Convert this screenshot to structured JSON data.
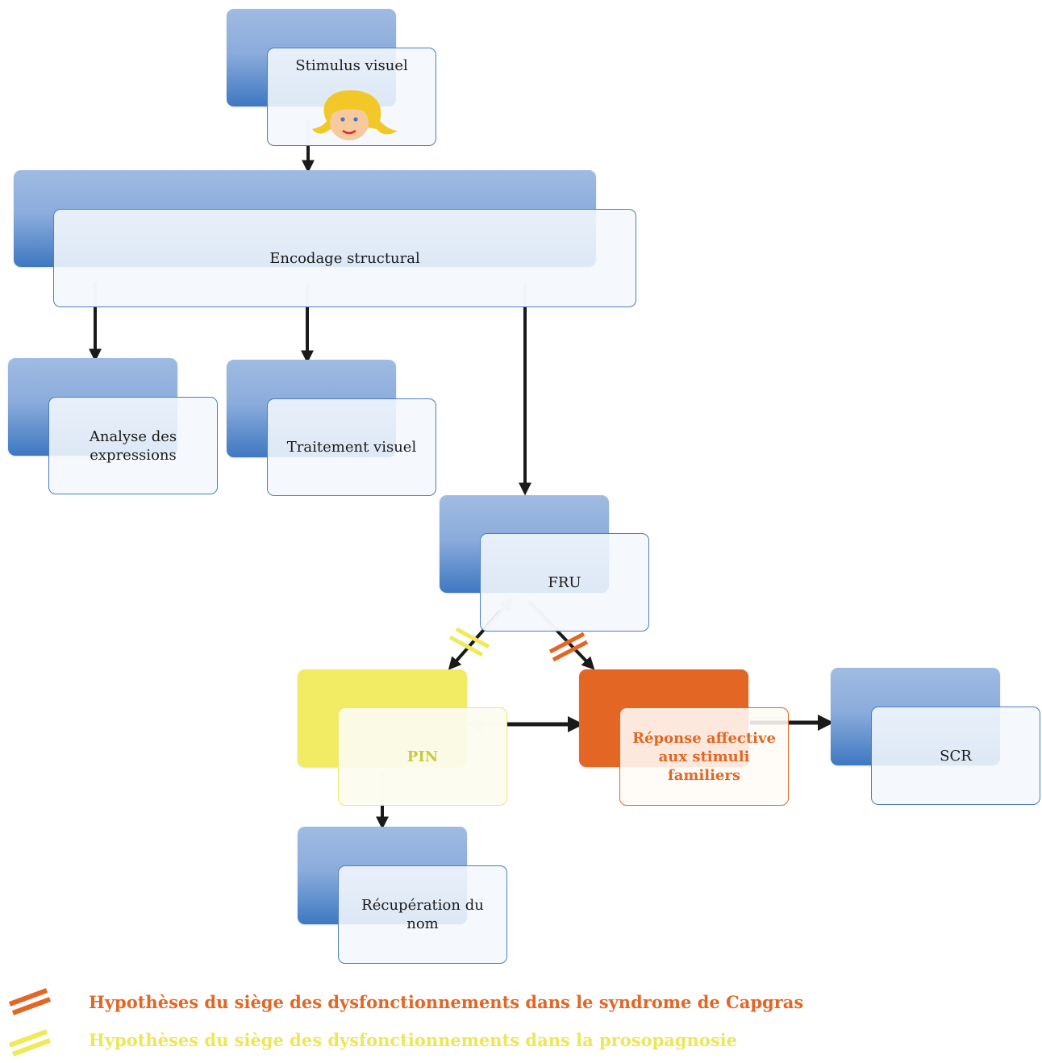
{
  "nodes": {
    "stimulus": "Stimulus visuel",
    "encodage": "Encodage structural",
    "analyse": "Analyse des expressions",
    "traitement": "Traitement visuel",
    "fru": "FRU",
    "pin": "PIN",
    "reponse": "Réponse affective aux stimuli familiers",
    "scr": "SCR",
    "recuperation": "Récupération du nom"
  },
  "legend": {
    "capgras": "Hypothèses du siège des dysfonctionnements dans le syndrome de Capgras",
    "prosopagnosie": "Hypothèses du siège des dysfonctionnements dans la prosopagnosie"
  },
  "colors": {
    "capgras": "#e36624",
    "prosopagnosie": "#f0ea5a",
    "box_blue": "#3e78c1",
    "arrow": "#1a1a1a"
  }
}
